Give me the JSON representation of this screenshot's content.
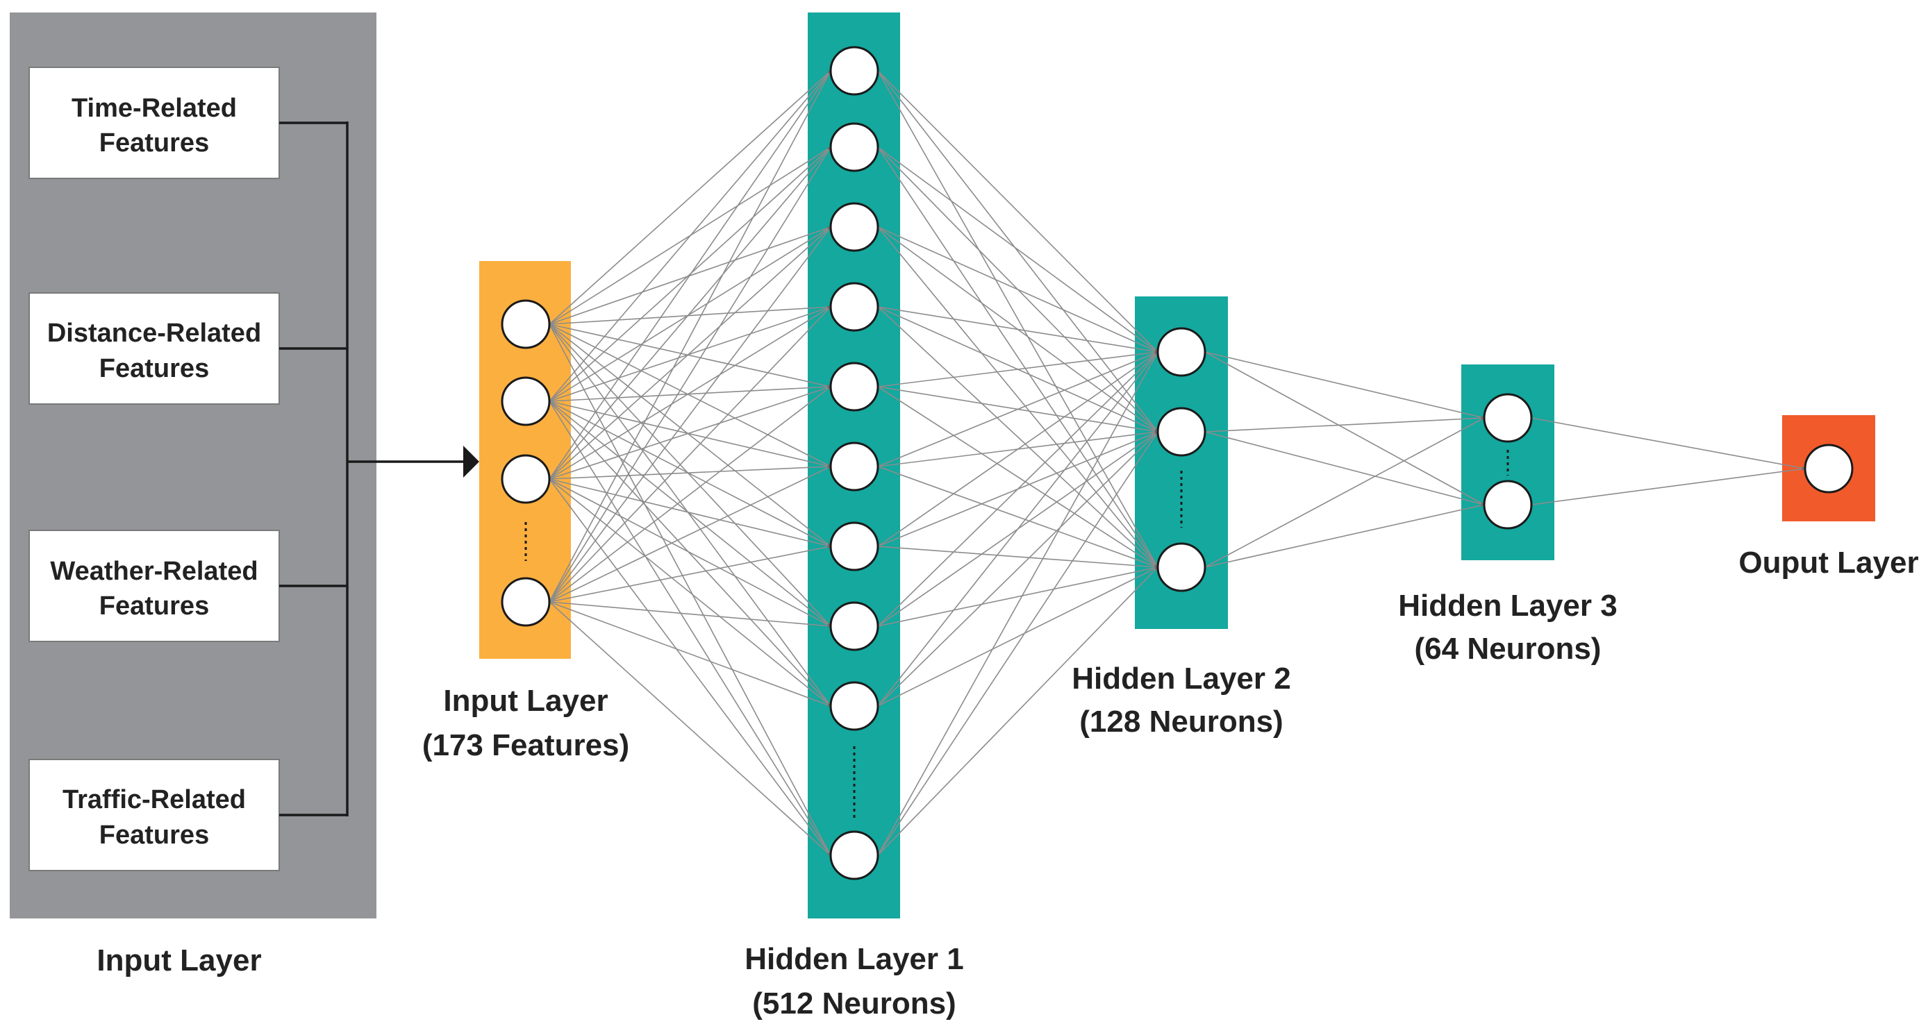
{
  "feature_group": {
    "label": "Input Layer",
    "items": [
      {
        "line1": "Time-Related",
        "line2": "Features"
      },
      {
        "line1": "Distance-Related",
        "line2": "Features"
      },
      {
        "line1": "Weather-Related",
        "line2": "Features"
      },
      {
        "line1": "Traffic-Related",
        "line2": "Features"
      }
    ]
  },
  "layers": [
    {
      "id": "input",
      "title": "Input Layer",
      "subtitle": "(173 Features)"
    },
    {
      "id": "hidden1",
      "title": "Hidden Layer 1",
      "subtitle": "(512 Neurons)"
    },
    {
      "id": "hidden2",
      "title": "Hidden Layer 2",
      "subtitle": "(128 Neurons)"
    },
    {
      "id": "hidden3",
      "title": "Hidden Layer 3",
      "subtitle": "(64 Neurons)"
    },
    {
      "id": "output",
      "title": "Ouput Layer",
      "subtitle": ""
    }
  ],
  "colors": {
    "feature_panel": "#939598",
    "input_layer": "#FBAF3F",
    "hidden_layer": "#14A89E",
    "output_layer": "#F15A2B",
    "connection": "#8c8c8c",
    "arrow_head": "#6d6e71"
  }
}
